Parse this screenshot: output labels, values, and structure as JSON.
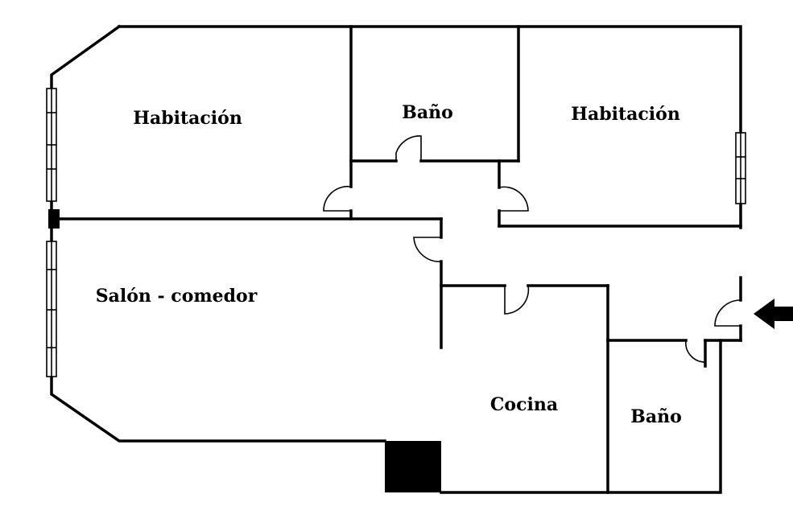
{
  "rooms": {
    "bedroom_1": "Habitación",
    "bathroom_1": "Baño",
    "bedroom_2": "Habitación",
    "living_dining": "Salón - comedor",
    "kitchen": "Cocina",
    "bathroom_2": "Baño"
  },
  "colors": {
    "wall": "#000000",
    "background": "#ffffff"
  },
  "icons": {
    "entrance": "arrow-left-icon"
  }
}
